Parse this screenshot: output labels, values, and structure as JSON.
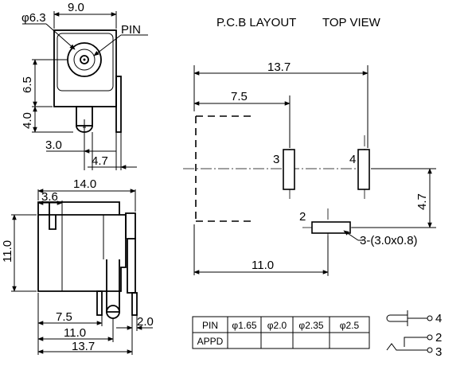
{
  "header": {
    "layout_title": "P.C.B LAYOUT",
    "view_title": "TOP VIEW"
  },
  "top_view": {
    "dim_width": "9.0",
    "dim_hole": "φ6.3",
    "pin_label": "PIN",
    "dim_height_upper": "6.5",
    "dim_height_lower": "4.0",
    "dim_offset": "3.0",
    "dim_pin_width": "4.7"
  },
  "side_view": {
    "dim_length": "14.0",
    "dim_front": "3.6",
    "dim_height": "11.0",
    "dim_pin1": "7.5",
    "dim_pin2": "11.0",
    "dim_pin3": "13.7",
    "dim_pin_thick": "2.0"
  },
  "pcb_layout": {
    "dim_total": "13.7",
    "dim_mid": "7.5",
    "dim_bottom": "11.0",
    "dim_vertical": "4.7",
    "pad_label_3": "3",
    "pad_label_4": "4",
    "pad_label_2": "2",
    "slot_note": "3-(3.0x0.8)"
  },
  "pin_table": {
    "headers": [
      "PIN",
      "φ1.65",
      "φ2.0",
      "φ2.35",
      "φ2.5"
    ],
    "row_label": "APPD",
    "row_values": [
      "",
      "",
      "",
      ""
    ]
  },
  "schematic": {
    "labels": [
      "4",
      "2",
      "3"
    ]
  }
}
